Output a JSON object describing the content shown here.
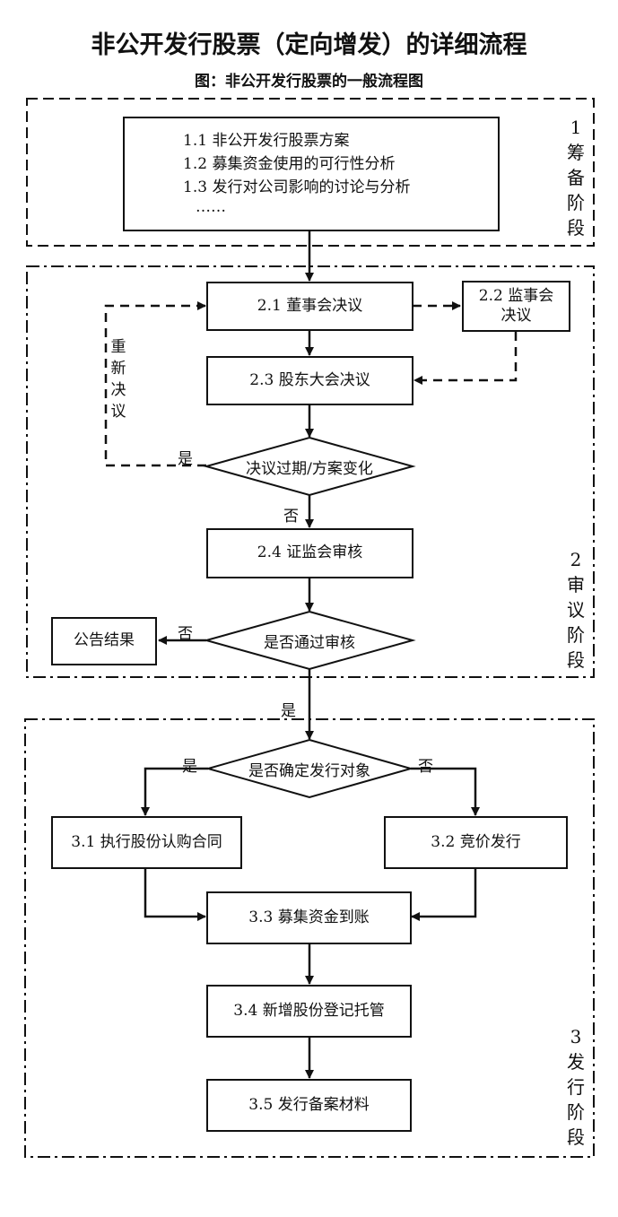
{
  "header": {
    "title": "非公开发行股票（定向增发）的详细流程",
    "subtitle": "图：非公开发行股票的一般流程图"
  },
  "stages": {
    "stage1": {
      "num": "1",
      "chars": [
        "筹",
        "备",
        "阶",
        "段"
      ]
    },
    "stage2": {
      "num": "2",
      "chars": [
        "审",
        "议",
        "阶",
        "段"
      ]
    },
    "stage3": {
      "num": "3",
      "chars": [
        "发",
        "行",
        "阶",
        "段"
      ]
    }
  },
  "boxes": {
    "b1": {
      "lines": [
        "1.1 非公开发行股票方案",
        "1.2 募集资金使用的可行性分析",
        "1.3 发行对公司影响的讨论与分析",
        "……"
      ]
    },
    "b21": "2.1 董事会决议",
    "b22": "2.2 监事会决议",
    "b23": "2.3 股东大会决议",
    "b24": "2.4 证监会审核",
    "announce": "公告结果",
    "b31": "3.1 执行股份认购合同",
    "b32": "3.2 竞价发行",
    "b33": "3.3 募集资金到账",
    "b34": "3.4 新增股份登记托管",
    "b35": "3.5 发行备案材料"
  },
  "decisions": {
    "d1": "决议过期/方案变化",
    "d2": "是否通过审核",
    "d3": "是否确定发行对象"
  },
  "labels": {
    "re_resolve": [
      "重",
      "新",
      "决",
      "议"
    ],
    "yes": "是",
    "no": "否"
  }
}
